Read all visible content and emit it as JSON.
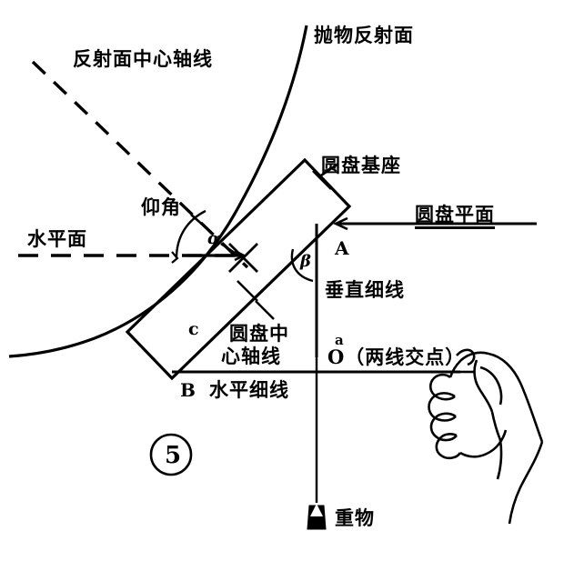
{
  "figure": {
    "number_label": "⑤",
    "title_labels": {
      "parabolic_surface": "抛物反射面",
      "reflector_central_axis": "反射面中心轴线",
      "disk_base": "圆盘基座",
      "disk_plane": "圆盘平面",
      "horizontal_plane": "水平面",
      "elevation_angle": "仰角",
      "vertical_thin_line": "垂直细线",
      "disk_center_axis_line1": "圆盘中",
      "disk_center_axis_line2": "心轴线",
      "horizontal_thin_line": "水平细线",
      "intersection_note": "O（两线交点）",
      "weight": "重物"
    },
    "point_labels": {
      "point_a": "A",
      "point_b": "B",
      "side_c": "c",
      "side_a_lower": "a",
      "angle_alpha": "α",
      "angle_beta": "β",
      "point_o": "O"
    },
    "colors": {
      "ink": "#000000",
      "background": "#ffffff"
    }
  }
}
